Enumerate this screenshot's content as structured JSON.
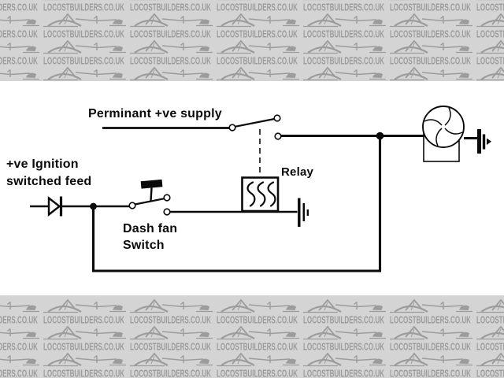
{
  "watermark": {
    "text": "LOCOSTBUILDERS.CO.UK",
    "icon": "excavator-icon"
  },
  "colors": {
    "band_background": "#d4d4d4",
    "watermark_ink": "#9c9c9c",
    "canvas_background": "#ffffff",
    "line": "#0a0a0a"
  },
  "diagram": {
    "labels": {
      "supply": "Perminant +ve supply",
      "ignition_line1": "+ve Ignition",
      "ignition_line2": "switched feed",
      "dash_fan_line1": "Dash fan",
      "dash_fan_line2": "Switch",
      "relay": "Relay"
    },
    "components": [
      "ignition-diode",
      "dash-fan-switch",
      "relay-coil",
      "relay-contact-switch",
      "fan-motor",
      "ground-relay",
      "ground-fan"
    ]
  }
}
